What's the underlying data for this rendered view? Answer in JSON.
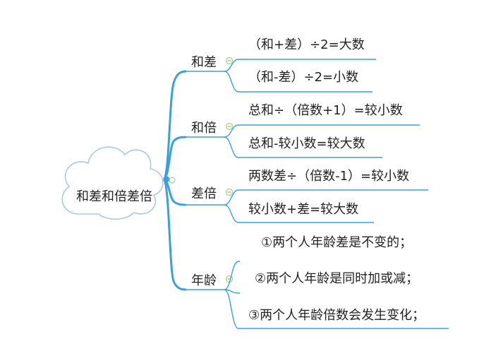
{
  "root": {
    "label": "和差和倍差倍"
  },
  "branches": [
    {
      "label": "和差",
      "leaves": [
        "（和+差）÷2=大数",
        "（和-差）÷2=小数"
      ]
    },
    {
      "label": "和倍",
      "leaves": [
        "总和÷（倍数+1）=较小数",
        "总和-较小数=较大数"
      ]
    },
    {
      "label": "差倍",
      "leaves": [
        "两数差÷（倍数-1）=较小数",
        "较小数+差=较大数"
      ]
    },
    {
      "label": "年龄",
      "leaves": [
        "①两个人年龄差是不变的；",
        "②两个人年龄是同时加或减；",
        "③两个人年龄倍数会发生变化；"
      ]
    }
  ],
  "colors": {
    "line": "#3aa0d8",
    "cloud_stroke": "#a9c8e6",
    "cloud_fill": "#ffffff",
    "collapse_dot": "#a8d08d"
  }
}
